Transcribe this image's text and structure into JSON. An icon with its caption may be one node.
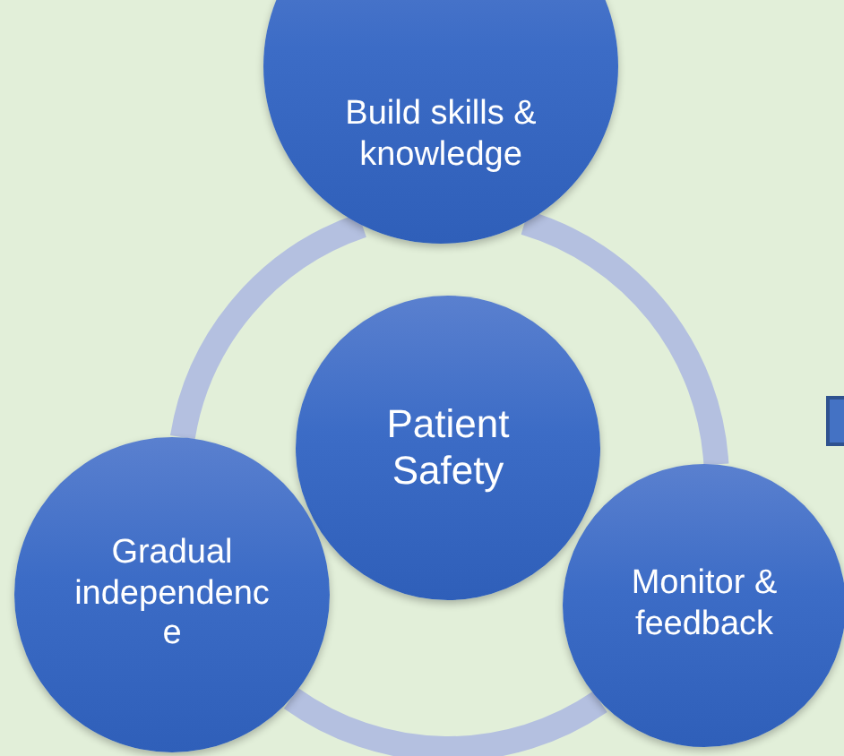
{
  "diagram": {
    "nodes": [
      {
        "text": [
          "Build skills & knowledge"
        ]
      },
      {
        "text": [
          "Patient Safety"
        ]
      },
      {
        "text": [
          "Gradual independence"
        ]
      },
      {
        "text": [
          "Monitor & feedback"
        ]
      }
    ],
    "edges": [
      {
        "from": 0,
        "to": 3,
        "arrow": "none"
      },
      {
        "from": 3,
        "to": 2,
        "arrow": "none"
      },
      {
        "from": 2,
        "to": 0,
        "arrow": "none"
      }
    ]
  }
}
